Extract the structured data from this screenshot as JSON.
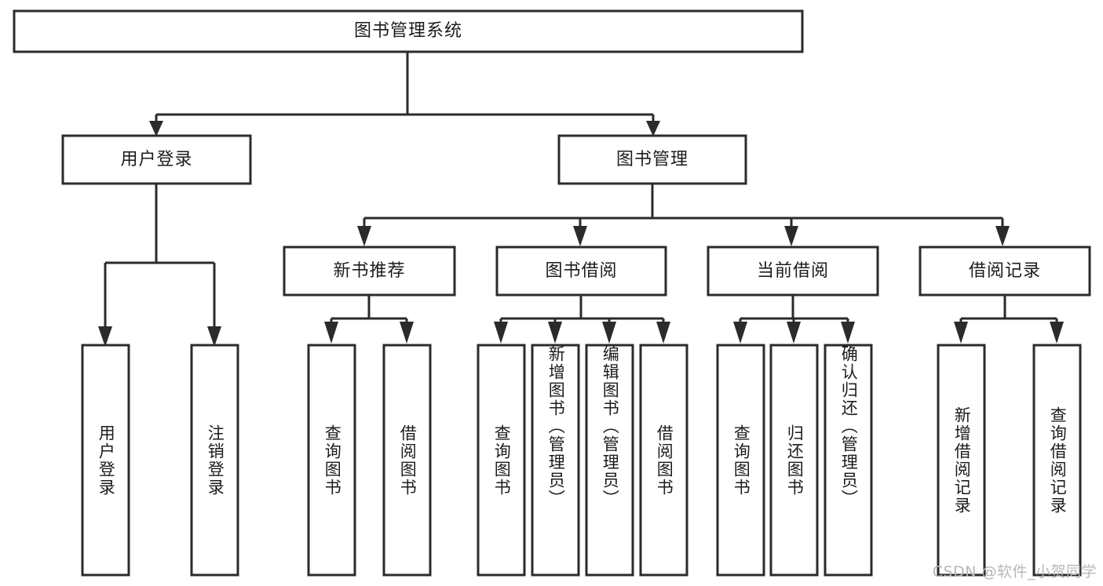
{
  "diagram": {
    "type": "tree",
    "title_node": {
      "id": "root",
      "label": "图书管理系统"
    },
    "level1": [
      {
        "id": "user-login",
        "label": "用户登录"
      },
      {
        "id": "book-manage",
        "label": "图书管理"
      }
    ],
    "level2": [
      {
        "id": "new-book-rec",
        "label": "新书推荐",
        "parent": "book-manage"
      },
      {
        "id": "book-borrow",
        "label": "图书借阅",
        "parent": "book-manage"
      },
      {
        "id": "current-borrow",
        "label": "当前借阅",
        "parent": "book-manage"
      },
      {
        "id": "borrow-record",
        "label": "借阅记录",
        "parent": "book-manage"
      }
    ],
    "leaves": [
      {
        "id": "leaf-user-login",
        "label": "用户登录",
        "parent": "user-login"
      },
      {
        "id": "leaf-user-logout",
        "label": "注销登录",
        "parent": "user-login"
      },
      {
        "id": "leaf-query-book-1",
        "label": "查询图书",
        "parent": "new-book-rec"
      },
      {
        "id": "leaf-borrow-book-1",
        "label": "借阅图书",
        "parent": "new-book-rec"
      },
      {
        "id": "leaf-query-book-2",
        "label": "查询图书",
        "parent": "book-borrow"
      },
      {
        "id": "leaf-add-book",
        "label": "新增图书（管理员）",
        "parent": "book-borrow"
      },
      {
        "id": "leaf-edit-book",
        "label": "编辑图书（管理员）",
        "parent": "book-borrow"
      },
      {
        "id": "leaf-borrow-book-2",
        "label": "借阅图书",
        "parent": "book-borrow"
      },
      {
        "id": "leaf-query-book-3",
        "label": "查询图书",
        "parent": "current-borrow"
      },
      {
        "id": "leaf-return-book",
        "label": "归还图书",
        "parent": "current-borrow"
      },
      {
        "id": "leaf-confirm-return",
        "label": "确认归还（管理员）",
        "parent": "current-borrow"
      },
      {
        "id": "leaf-add-record",
        "label": "新增借阅记录",
        "parent": "borrow-record"
      },
      {
        "id": "leaf-query-record",
        "label": "查询借阅记录",
        "parent": "borrow-record"
      }
    ],
    "colors": {
      "stroke": "#2b2b2b",
      "fill": "#ffffff",
      "text": "#1c1c1c",
      "watermark": "#b7b7b7"
    }
  },
  "watermark": {
    "text": "CSDN @软件_小贺同学"
  }
}
